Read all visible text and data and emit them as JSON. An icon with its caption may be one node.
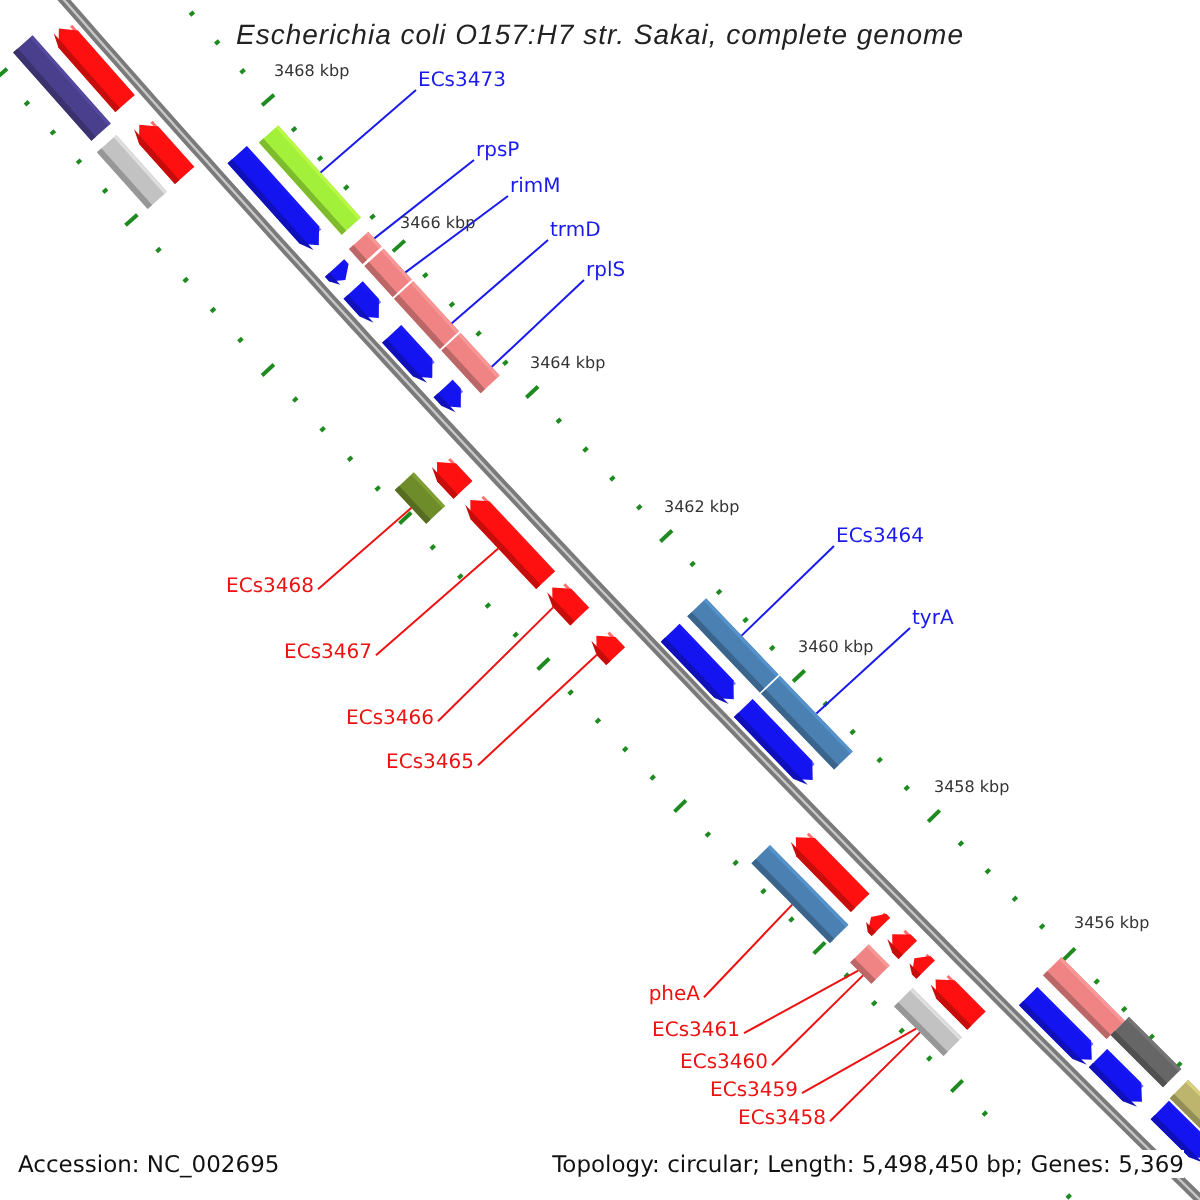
{
  "diagram": {
    "title": "Escherichia coli O157:H7 str. Sakai, complete genome",
    "nodes": [
      {
        "text": [
          "ECs3473"
        ]
      },
      {
        "text": [
          "rpsP"
        ]
      },
      {
        "text": [
          "rimM"
        ]
      },
      {
        "text": [
          "trmD"
        ]
      },
      {
        "text": [
          "rplS"
        ]
      },
      {
        "text": [
          "ECs3464"
        ]
      },
      {
        "text": [
          "tyrA"
        ]
      },
      {
        "text": [
          "ECs3468"
        ]
      },
      {
        "text": [
          "ECs3467"
        ]
      },
      {
        "text": [
          "ECs3466"
        ]
      },
      {
        "text": [
          "ECs3465"
        ]
      },
      {
        "text": [
          "pheA"
        ]
      },
      {
        "text": [
          "ECs3461"
        ]
      },
      {
        "text": [
          "ECs3460"
        ]
      },
      {
        "text": [
          "ECs3459"
        ]
      },
      {
        "text": [
          "ECs3458"
        ]
      },
      {
        "text": [],
        "shape": "pentagon"
      },
      {
        "text": [],
        "shape": "bar"
      },
      {
        "text": [],
        "shape": "pentagon"
      },
      {
        "text": [],
        "shape": "bar"
      },
      {
        "text": [],
        "shape": "bar"
      },
      {
        "text": [],
        "shape": "pentagon"
      },
      {
        "text": [],
        "shape": "bar"
      },
      {
        "text": [],
        "shape": "bar"
      },
      {
        "text": [],
        "shape": "pentagon"
      },
      {
        "text": [],
        "shape": "pentagon"
      },
      {
        "text": [],
        "shape": "bar"
      },
      {
        "text": [],
        "shape": "pentagon"
      },
      {
        "text": [],
        "shape": "bar"
      },
      {
        "text": [],
        "shape": "pentagon"
      },
      {
        "text": [],
        "shape": "pentagon"
      },
      {
        "text": [],
        "shape": "bar"
      },
      {
        "text": [],
        "shape": "pentagon"
      },
      {
        "text": [],
        "shape": "pentagon"
      },
      {
        "text": [],
        "shape": "bar"
      },
      {
        "text": [],
        "shape": "pentagon"
      },
      {
        "text": [],
        "shape": "pentagon"
      },
      {
        "text": [],
        "shape": "bar"
      },
      {
        "text": [],
        "shape": "pentagon"
      },
      {
        "text": [],
        "shape": "pentagon"
      },
      {
        "text": [],
        "shape": "bar"
      },
      {
        "text": [],
        "shape": "pentagon"
      },
      {
        "text": [],
        "shape": "pentagon"
      },
      {
        "text": [],
        "shape": "pentagon"
      },
      {
        "text": [],
        "shape": "bar"
      },
      {
        "text": [],
        "shape": "bar"
      },
      {
        "text": [],
        "shape": "pentagon"
      },
      {
        "text": [],
        "shape": "bar"
      },
      {
        "text": [],
        "shape": "pentagon"
      },
      {
        "text": [],
        "shape": "bar"
      },
      {
        "text": [],
        "shape": "pentagon"
      },
      {
        "text": [],
        "shape": "bar"
      },
      {
        "text": [],
        "shape": "pentagon"
      }
    ],
    "edges": [
      {
        "from": 0,
        "to": 20,
        "arrow": "none",
        "color": "#1a1aee"
      },
      {
        "from": 1,
        "to": 22,
        "arrow": "none",
        "color": "#1a1aee"
      },
      {
        "from": 2,
        "to": 23,
        "arrow": "none",
        "color": "#1a1aee"
      },
      {
        "from": 3,
        "to": 26,
        "arrow": "none",
        "color": "#1a1aee"
      },
      {
        "from": 4,
        "to": 28,
        "arrow": "none",
        "color": "#1a1aee"
      },
      {
        "from": 5,
        "to": 34,
        "arrow": "none",
        "color": "#1a1aee"
      },
      {
        "from": 6,
        "to": 37,
        "arrow": "none",
        "color": "#1a1aee"
      },
      {
        "from": 7,
        "to": 31,
        "arrow": "none",
        "color": "#ee1111"
      },
      {
        "from": 8,
        "to": 32,
        "arrow": "none",
        "color": "#ee1111"
      },
      {
        "from": 9,
        "to": 33,
        "arrow": "none",
        "color": "#ee1111"
      },
      {
        "from": 10,
        "to": 35,
        "arrow": "none",
        "color": "#ee1111"
      },
      {
        "from": 11,
        "to": 40,
        "arrow": "none",
        "color": "#ee1111"
      },
      {
        "from": 12,
        "to": 44,
        "arrow": "none",
        "color": "#ee1111"
      },
      {
        "from": 13,
        "to": 44,
        "arrow": "none",
        "color": "#ee1111"
      },
      {
        "from": 14,
        "to": 47,
        "arrow": "none",
        "color": "#ee1111"
      },
      {
        "from": 15,
        "to": 47,
        "arrow": "none",
        "color": "#ee1111"
      }
    ],
    "labels": [
      "3468 kbp",
      "3466 kbp",
      "3464 kbp",
      "3462 kbp",
      "3460 kbp",
      "3458 kbp",
      "3456 kbp",
      "Accession: NC_002695",
      "Topology: circular; Length: 5,498,450 bp; Genes: 5,369"
    ]
  }
}
